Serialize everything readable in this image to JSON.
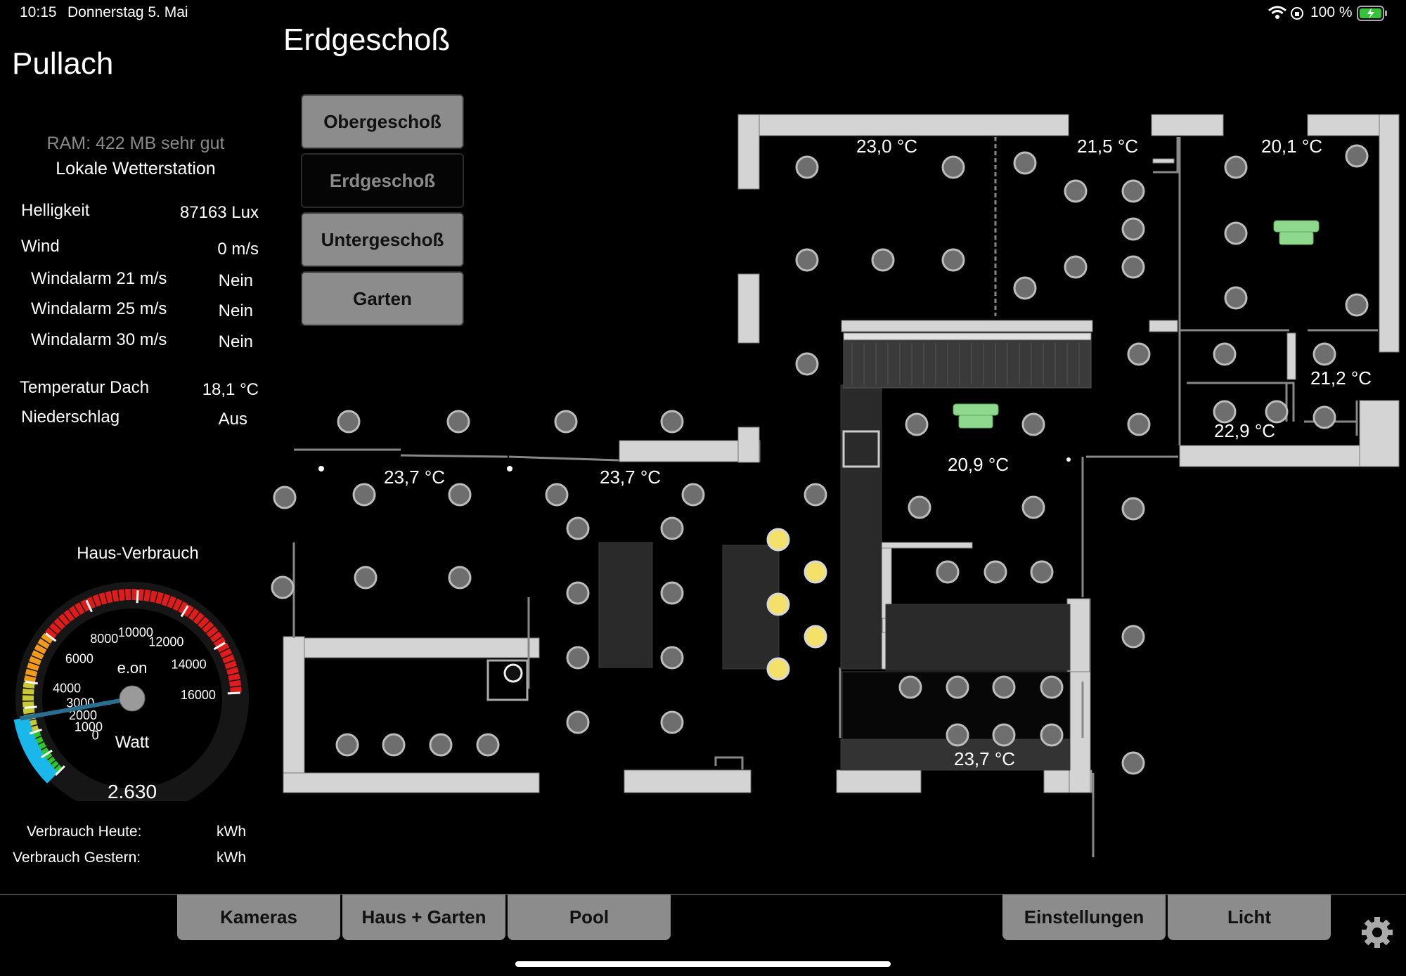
{
  "status_bar": {
    "time": "10:15",
    "date": "Donnerstag 5. Mai",
    "battery": "100 %",
    "icons": [
      "wifi-icon",
      "orientation-lock-icon",
      "battery-charging-icon"
    ]
  },
  "page_title": "Erdgeschoß",
  "location": "Pullach",
  "weather": {
    "ram": "RAM: 422 MB sehr gut",
    "station": "Lokale Wetterstation",
    "rows": [
      {
        "label": "Helligkeit",
        "value": "87163 Lux"
      },
      {
        "label": "Wind",
        "value": "0 m/s"
      },
      {
        "label": "Windalarm 21 m/s",
        "value": "Nein"
      },
      {
        "label": "Windalarm 25 m/s",
        "value": "Nein"
      },
      {
        "label": "Windalarm 30 m/s",
        "value": "Nein"
      },
      {
        "label": "Temperatur Dach",
        "value": "18,1 °C"
      },
      {
        "label": "Niederschlag",
        "value": "Aus"
      }
    ]
  },
  "gauge": {
    "title": "Haus-Verbrauch",
    "brand": "e.on",
    "unit": "Watt",
    "value_text": "2.630",
    "value": 2630,
    "ticks": [
      "0",
      "1000",
      "2000",
      "3000",
      "4000",
      "6000",
      "8000",
      "10000",
      "12000",
      "14000",
      "16000"
    ]
  },
  "consumption": {
    "today_label": "Verbrauch Heute:",
    "today_unit": "kWh",
    "yesterday_label": "Verbrauch Gestern:",
    "yesterday_unit": "kWh"
  },
  "floors": [
    {
      "label": "Obergeschoß",
      "active": false
    },
    {
      "label": "Erdgeschoß",
      "active": true
    },
    {
      "label": "Untergeschoß",
      "active": false
    },
    {
      "label": "Garten",
      "active": false
    }
  ],
  "room_temps": [
    "23,0 °C",
    "21,5 °C",
    "20,1 °C",
    "21,2 °C",
    "22,9 °C",
    "20,9 °C",
    "23,7 °C",
    "23,7 °C",
    "23,7 °C"
  ],
  "tabs": {
    "cameras": "Kameras",
    "house": "Haus + Garten",
    "pool": "Pool",
    "settings": "Einstellungen",
    "light": "Licht"
  },
  "colors": {
    "button_bg": "#8c8c8c",
    "wall": "#d4d4d4",
    "lamp_on": "#f3e16a",
    "lamp_off": "#6e6e6e",
    "gauge_value": "#1ab8ea"
  }
}
